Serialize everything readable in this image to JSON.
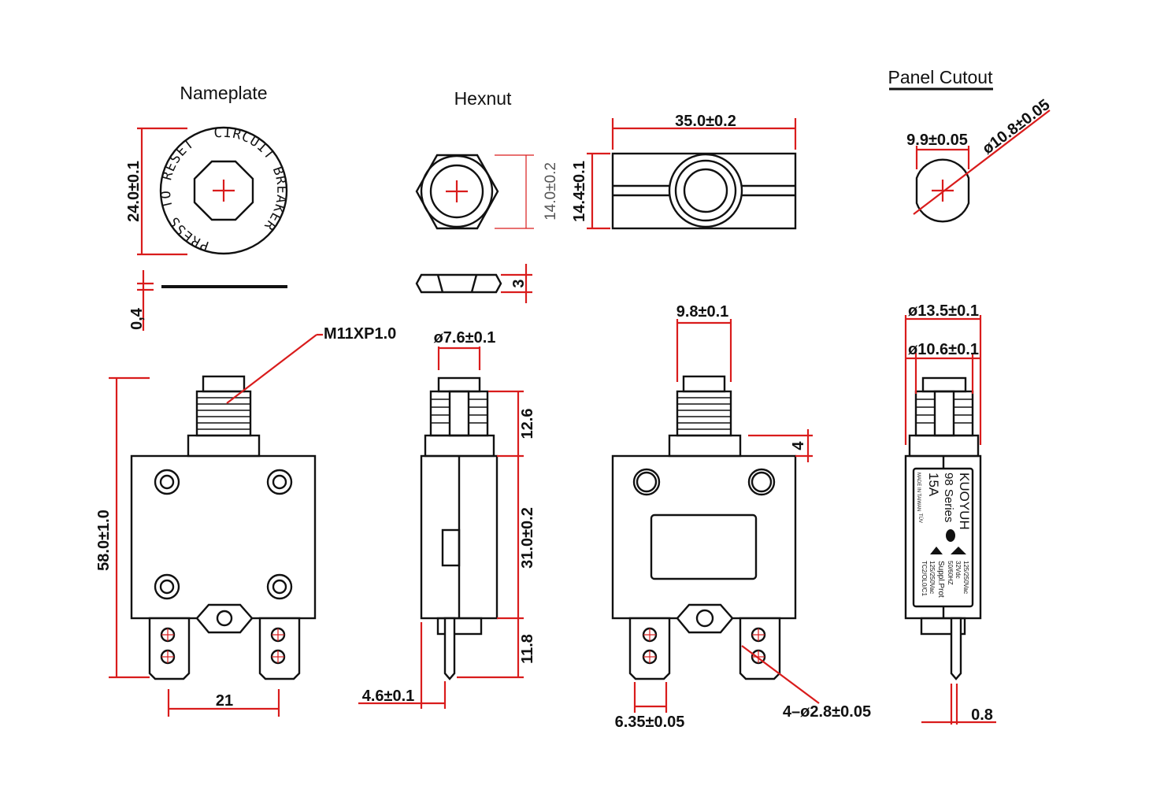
{
  "titles": {
    "nameplate": "Nameplate",
    "hexnut": "Hexnut",
    "panel_cutout": "Panel Cutout"
  },
  "nameplate": {
    "text_top": "CIRCUIT BREAKER",
    "text_left": "PRESS TO RESET",
    "dim_diameter": "24.0±0.1",
    "dim_thickness": "0,4"
  },
  "hexnut": {
    "dim_height": "14.0±0.2",
    "dim_thickness": "3"
  },
  "top_view": {
    "dim_length": "35.0±0.2",
    "dim_width": "14.4±0.1"
  },
  "panel_cutout": {
    "dim_flat": "9.9±0.05",
    "dim_diameter": "ø10.8±0.05"
  },
  "front_view": {
    "thread": "M11XP1.0",
    "dim_height": "58.0±1.0",
    "dim_terminal_spacing": "21"
  },
  "side_view": {
    "dim_button": "ø7.6±0.1",
    "dim_button_height": "12.6",
    "dim_body_height": "31.0±0.2",
    "dim_terminal_length": "11.8",
    "dim_terminal_offset": "4.6±0.1"
  },
  "rear_view": {
    "dim_button": "9.8±0.1",
    "dim_neck": "4",
    "dim_terminal_width": "6.35±0.05",
    "dim_holes": "4–ø2.8±0.05"
  },
  "label_view": {
    "dim_outer": "ø13.5±0.1",
    "dim_inner": "ø10.6±0.1",
    "dim_pin": "0.8",
    "label": {
      "brand": "KUOYUH",
      "series": "98 Series",
      "rating": "15A",
      "origin": "MADE IN TAIWAN",
      "specs": [
        "125/250Vac",
        "32Vdc",
        "50/60HZ",
        "Suppl.Prot",
        "125/250Vac",
        "TC2/OL0/C1"
      ],
      "cert": "TÜV"
    }
  },
  "colors": {
    "dimension": "#d91c1c",
    "outline": "#111111"
  }
}
